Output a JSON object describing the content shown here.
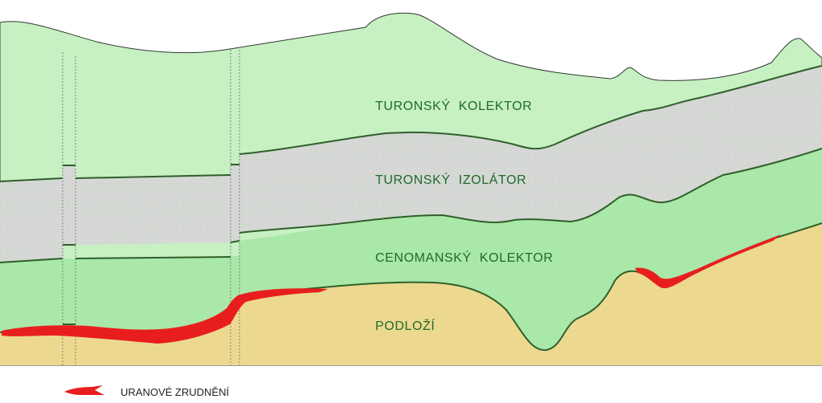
{
  "layers": {
    "upper_aquifer": "TURONSKÝ  KOLEKTOR",
    "aquitard": "TURONSKÝ  IZOLÁTOR",
    "lower_aquifer": "CENOMANSKÝ  KOLEKTOR",
    "basement": "PODLOŽÍ"
  },
  "legend": {
    "uranium_mineralization": "URANOVÉ ZRUDNĚNÍ"
  },
  "colors": {
    "aquifer_green": "#c7f0c3",
    "lower_aquifer_green": "#a9e8a8",
    "aquitard_gray": "#d9dcd9",
    "basement_tan": "#ecd98f",
    "boundary_line": "#2f5f2a",
    "mineralization_red": "#e81e1e",
    "label_text": "#1f6b2a"
  }
}
